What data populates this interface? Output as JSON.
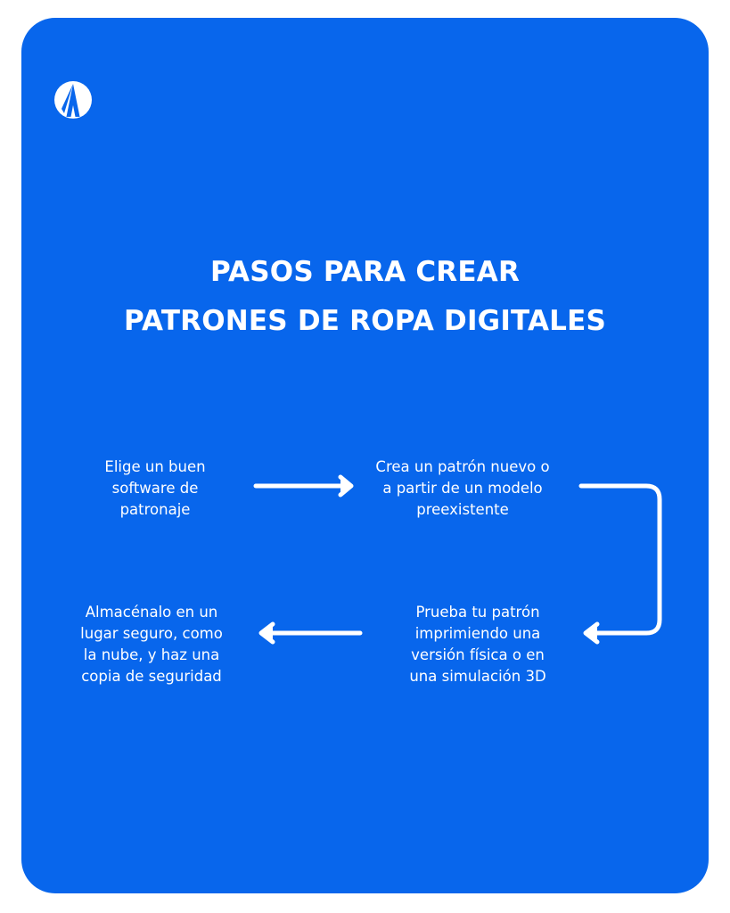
{
  "logo": {
    "icon": "brand-a-logo-icon"
  },
  "title": {
    "line1": "PASOS PARA CREAR",
    "line2": "PATRONES DE ROPA DIGITALES"
  },
  "steps": [
    {
      "lines": [
        "Elige un buen",
        "software de",
        "patronaje"
      ]
    },
    {
      "lines": [
        "Crea un patrón nuevo o",
        "a partir de un modelo",
        "preexistente"
      ]
    },
    {
      "lines": [
        "Prueba tu patrón",
        "imprimiendo una",
        "versión física o en",
        "una simulación 3D"
      ]
    },
    {
      "lines": [
        "Almacénalo en un",
        "lugar seguro, como",
        "la nube, y haz una",
        "copia de seguridad"
      ]
    }
  ],
  "colors": {
    "background": "#0866ec",
    "text": "#ffffff",
    "page": "#ffffff"
  }
}
